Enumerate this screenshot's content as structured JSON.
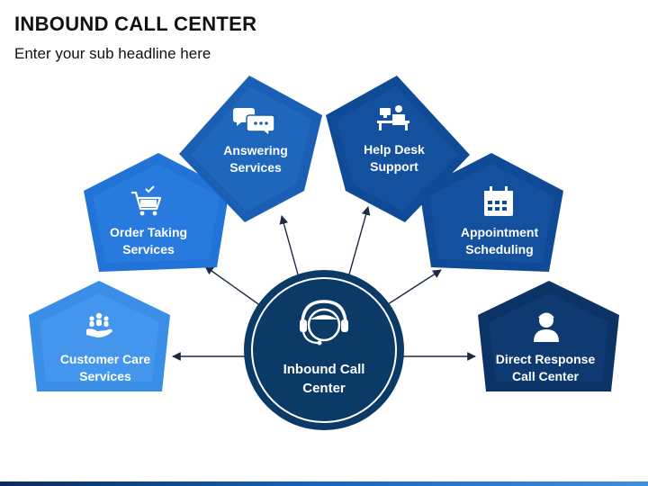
{
  "header": {
    "title": "INBOUND CALL CENTER",
    "subtitle": "Enter your sub headline here"
  },
  "center": {
    "line1": "Inbound Call",
    "line2": "Center",
    "icon": "headset-agent-icon",
    "color": "#0b3a66"
  },
  "nodes": [
    {
      "id": "customer-care",
      "line1": "Customer Care",
      "line2": "Services",
      "icon": "people-hand-icon",
      "color": "#3a8ee6"
    },
    {
      "id": "order-taking",
      "line1": "Order Taking",
      "line2": "Services",
      "icon": "shopping-cart-icon",
      "color": "#2273d8"
    },
    {
      "id": "answering",
      "line1": "Answering",
      "line2": "Services",
      "icon": "chat-bubbles-icon",
      "color": "#1a5fb4"
    },
    {
      "id": "help-desk",
      "line1": "Help Desk",
      "line2": "Support",
      "icon": "help-desk-icon",
      "color": "#0f4a96"
    },
    {
      "id": "appointment",
      "line1": "Appointment",
      "line2": "Scheduling",
      "icon": "calendar-icon",
      "color": "#0f4a96"
    },
    {
      "id": "direct-response",
      "line1": "Direct Response",
      "line2": "Call Center",
      "icon": "user-icon",
      "color": "#0b3366"
    }
  ]
}
